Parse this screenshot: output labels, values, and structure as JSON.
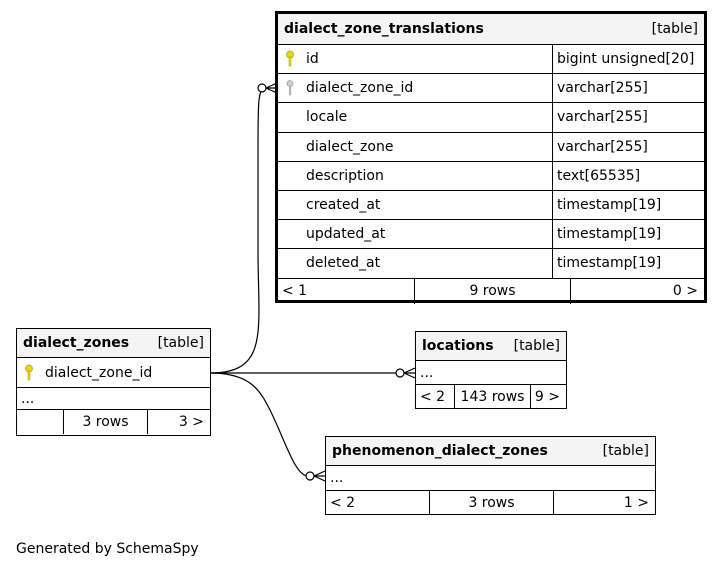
{
  "dzt": {
    "name": "dialect_zone_translations",
    "kind": "[table]",
    "columns": [
      {
        "name": "id",
        "type": "bigint unsigned[20]",
        "key": "primary"
      },
      {
        "name": "dialect_zone_id",
        "type": "varchar[255]",
        "key": "foreign"
      },
      {
        "name": "locale",
        "type": "varchar[255]",
        "key": "none"
      },
      {
        "name": "dialect_zone",
        "type": "varchar[255]",
        "key": "none"
      },
      {
        "name": "description",
        "type": "text[65535]",
        "key": "none"
      },
      {
        "name": "created_at",
        "type": "timestamp[19]",
        "key": "none"
      },
      {
        "name": "updated_at",
        "type": "timestamp[19]",
        "key": "none"
      },
      {
        "name": "deleted_at",
        "type": "timestamp[19]",
        "key": "none"
      }
    ],
    "footer": {
      "left": "< 1",
      "mid": "9 rows",
      "right": "0 >"
    }
  },
  "dz": {
    "name": "dialect_zones",
    "kind": "[table]",
    "columns": [
      {
        "name": "dialect_zone_id",
        "key": "primary"
      }
    ],
    "ellipsis": "...",
    "footer": {
      "left": "",
      "mid": "3 rows",
      "right": "3 >"
    }
  },
  "loc": {
    "name": "locations",
    "kind": "[table]",
    "ellipsis": "...",
    "footer": {
      "left": "< 2",
      "mid": "143 rows",
      "right": "9 >"
    }
  },
  "pdz": {
    "name": "phenomenon_dialect_zones",
    "kind": "[table]",
    "ellipsis": "...",
    "footer": {
      "left": "< 2",
      "mid": "3 rows",
      "right": "1 >"
    }
  },
  "generated_by": "Generated by SchemaSpy",
  "colors": {
    "primary_key": "#e6d800",
    "foreign_key": "#a8a8a8",
    "header_bg": "#f4f4f4"
  }
}
